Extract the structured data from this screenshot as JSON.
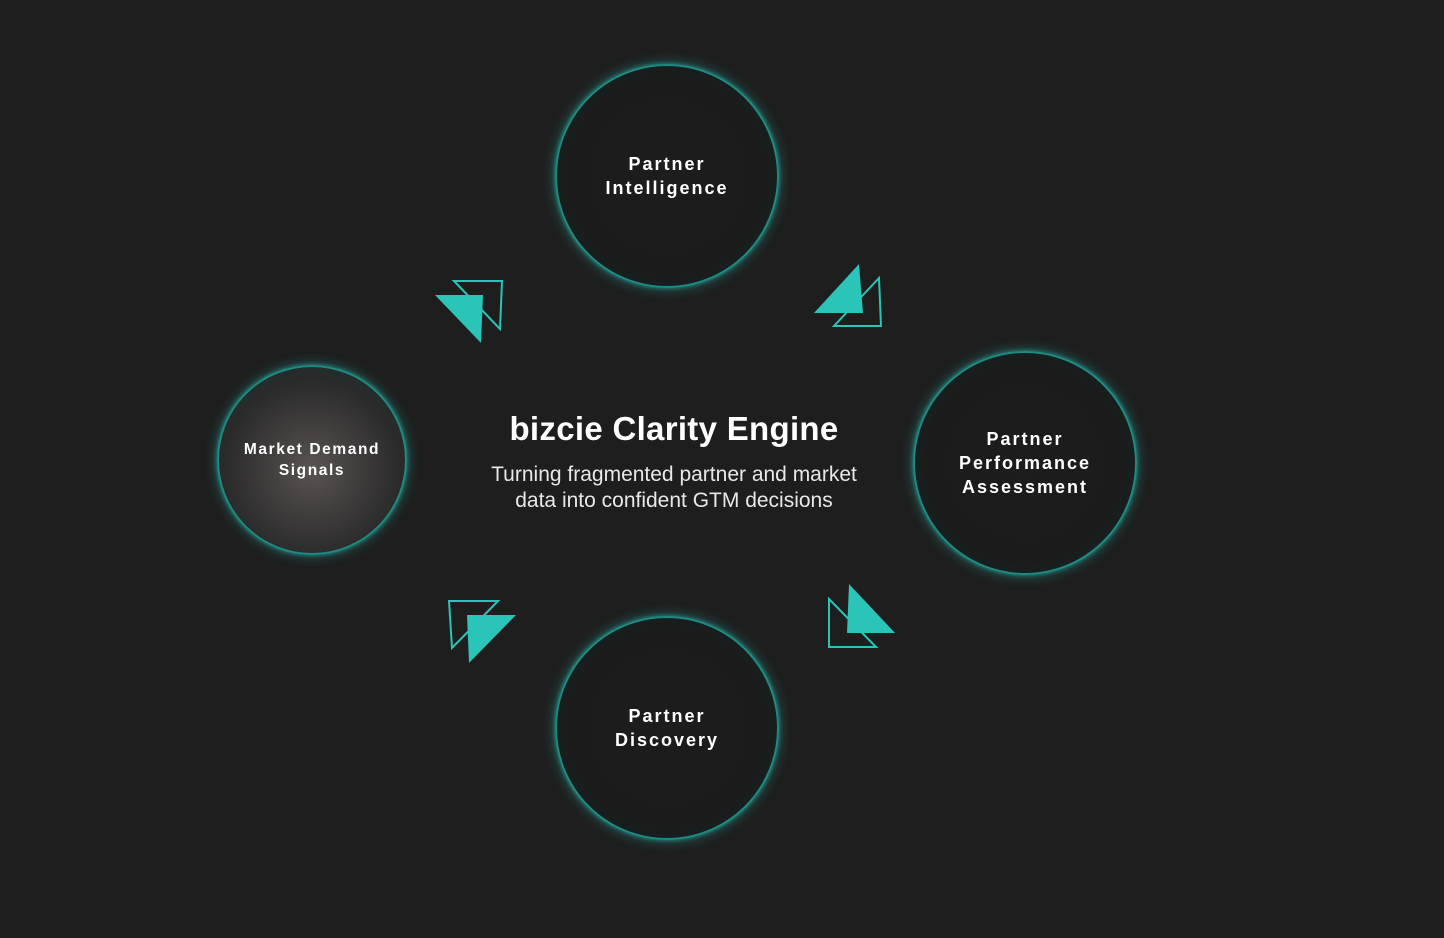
{
  "center": {
    "title": "bizcie Clarity Engine",
    "subtitle": "Turning fragmented partner and market\ndata into confident GTM decisions"
  },
  "nodes": {
    "top": "Partner\nIntelligence",
    "right": "Partner\nPerformance\nAssessment",
    "bottom": "Partner\nDiscovery",
    "left": "Market Demand\nSignals"
  },
  "colors": {
    "background": "#1e1e1e",
    "accent": "#2ac4b8",
    "ring": "#1f8a82",
    "text": "#ffffff"
  },
  "icons": [
    "cycle-arrow-icon"
  ]
}
